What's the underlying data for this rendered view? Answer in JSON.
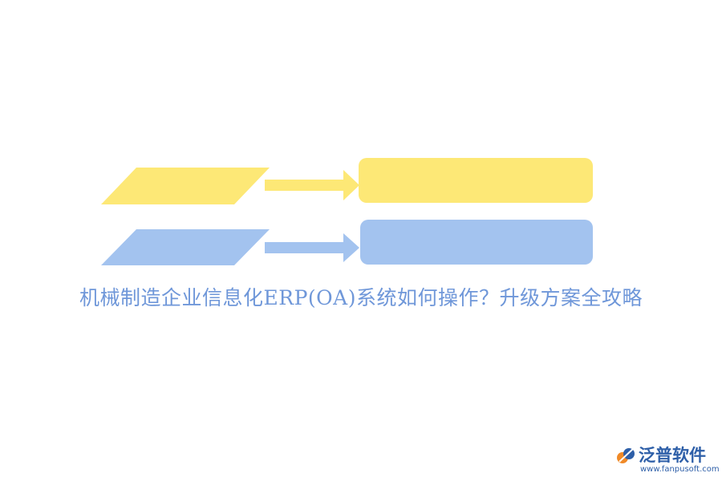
{
  "title": "机械制造企业信息化ERP(OA)系统如何操作？升级方案全攻略",
  "colors": {
    "yellow": "#FDE876",
    "blue": "#A3C3EF",
    "title": "#6F97D9",
    "logo_orange": "#F08A28",
    "logo_blue": "#2E5FA8"
  },
  "logo": {
    "name": "泛普软件",
    "url": "www.fanpusoft.com"
  }
}
